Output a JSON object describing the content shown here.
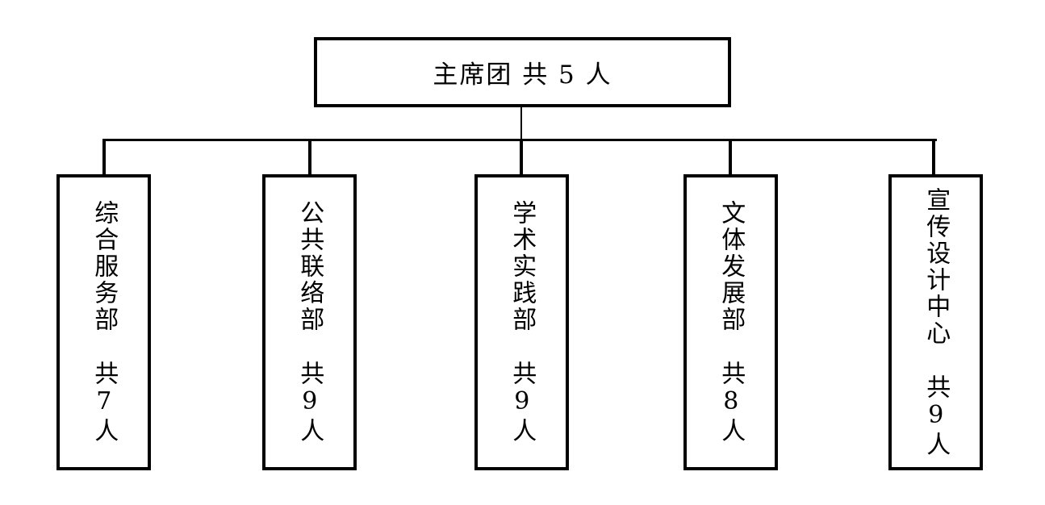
{
  "diagram": {
    "type": "org-chart",
    "root": {
      "label": "主席团 共 5 人",
      "name": "主席团",
      "total_members": 5
    },
    "departments": [
      {
        "name": "综合服务部",
        "count_label": "共7人",
        "total_members": 7
      },
      {
        "name": "公共联络部",
        "count_label": "共9人",
        "total_members": 9
      },
      {
        "name": "学术实践部",
        "count_label": "共9人",
        "total_members": 9
      },
      {
        "name": "文体发展部",
        "count_label": "共8人",
        "total_members": 8
      },
      {
        "name": "宣传设计中心",
        "count_label": "共9人",
        "total_members": 9
      }
    ],
    "colors": {
      "line": "#000000",
      "text": "#000000",
      "background": "#ffffff"
    }
  }
}
